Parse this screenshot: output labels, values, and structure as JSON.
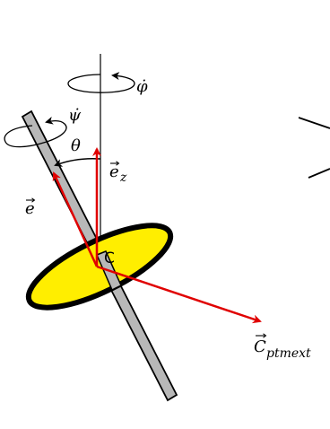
{
  "diagram": {
    "labels": {
      "phi_dot": "φ̇",
      "psi_dot": "ψ̇",
      "theta": "θ",
      "e_z_base": "e",
      "e_z_sub": "z",
      "e_vec": "e",
      "center": "C",
      "torque_base": "C",
      "torque_sub": "ptmext"
    },
    "colors": {
      "vector_red": "#e00000",
      "disk_fill": "#ffee00",
      "disk_stroke": "#000000",
      "rod_fill": "#b8b8b8",
      "rod_stroke": "#000000",
      "axis_line": "#000000"
    },
    "shapes": [
      "vertical-axis",
      "tilted-rod",
      "yellow-disk",
      "rotation-loop-phi",
      "rotation-loop-psi",
      "theta-arc",
      "red-vector-ez",
      "red-vector-e",
      "red-vector-torque",
      "partial-outline-right"
    ]
  }
}
